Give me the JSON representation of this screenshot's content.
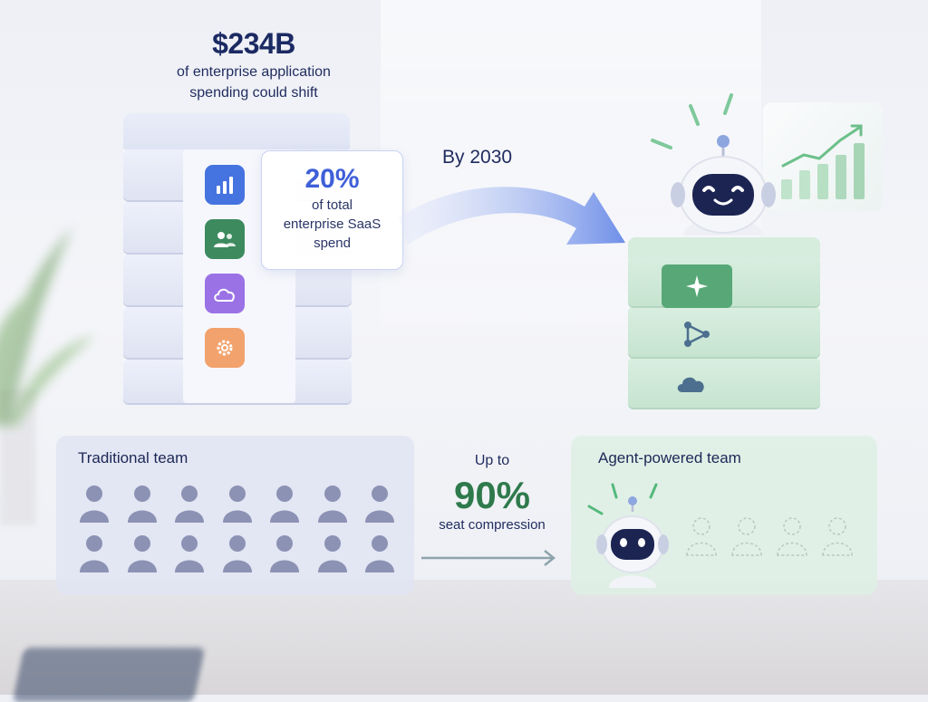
{
  "headline": {
    "amount": "$234B",
    "subtitle_line1": "of enterprise application",
    "subtitle_line2": "spending could shift"
  },
  "callout": {
    "percent": "20%",
    "line1": "of total",
    "line2": "enterprise SaaS",
    "line3": "spend"
  },
  "timeline_label": "By 2030",
  "legacy_stack": {
    "icons": [
      "bar-chart-icon",
      "users-icon",
      "cloud-icon",
      "gear-icon"
    ],
    "icon_colors": [
      "#3f6fdc",
      "#3d8a5f",
      "#8f6ae0",
      "#ef9a63"
    ]
  },
  "agent_stack": {
    "icons": [
      "sparkle-icon",
      "network-icon",
      "cloud-icon"
    ]
  },
  "teams": {
    "traditional": {
      "title": "Traditional team",
      "seat_count": 14
    },
    "agent": {
      "title": "Agent-powered team",
      "placeholder_seats": 4
    }
  },
  "compression": {
    "prefix": "Up to",
    "value": "90%",
    "label": "seat compression"
  },
  "colors": {
    "navy": "#1c2a63",
    "blue_accent": "#3e5fd8",
    "green_accent": "#2f7a4c",
    "person_fill": "#8c92b4"
  }
}
